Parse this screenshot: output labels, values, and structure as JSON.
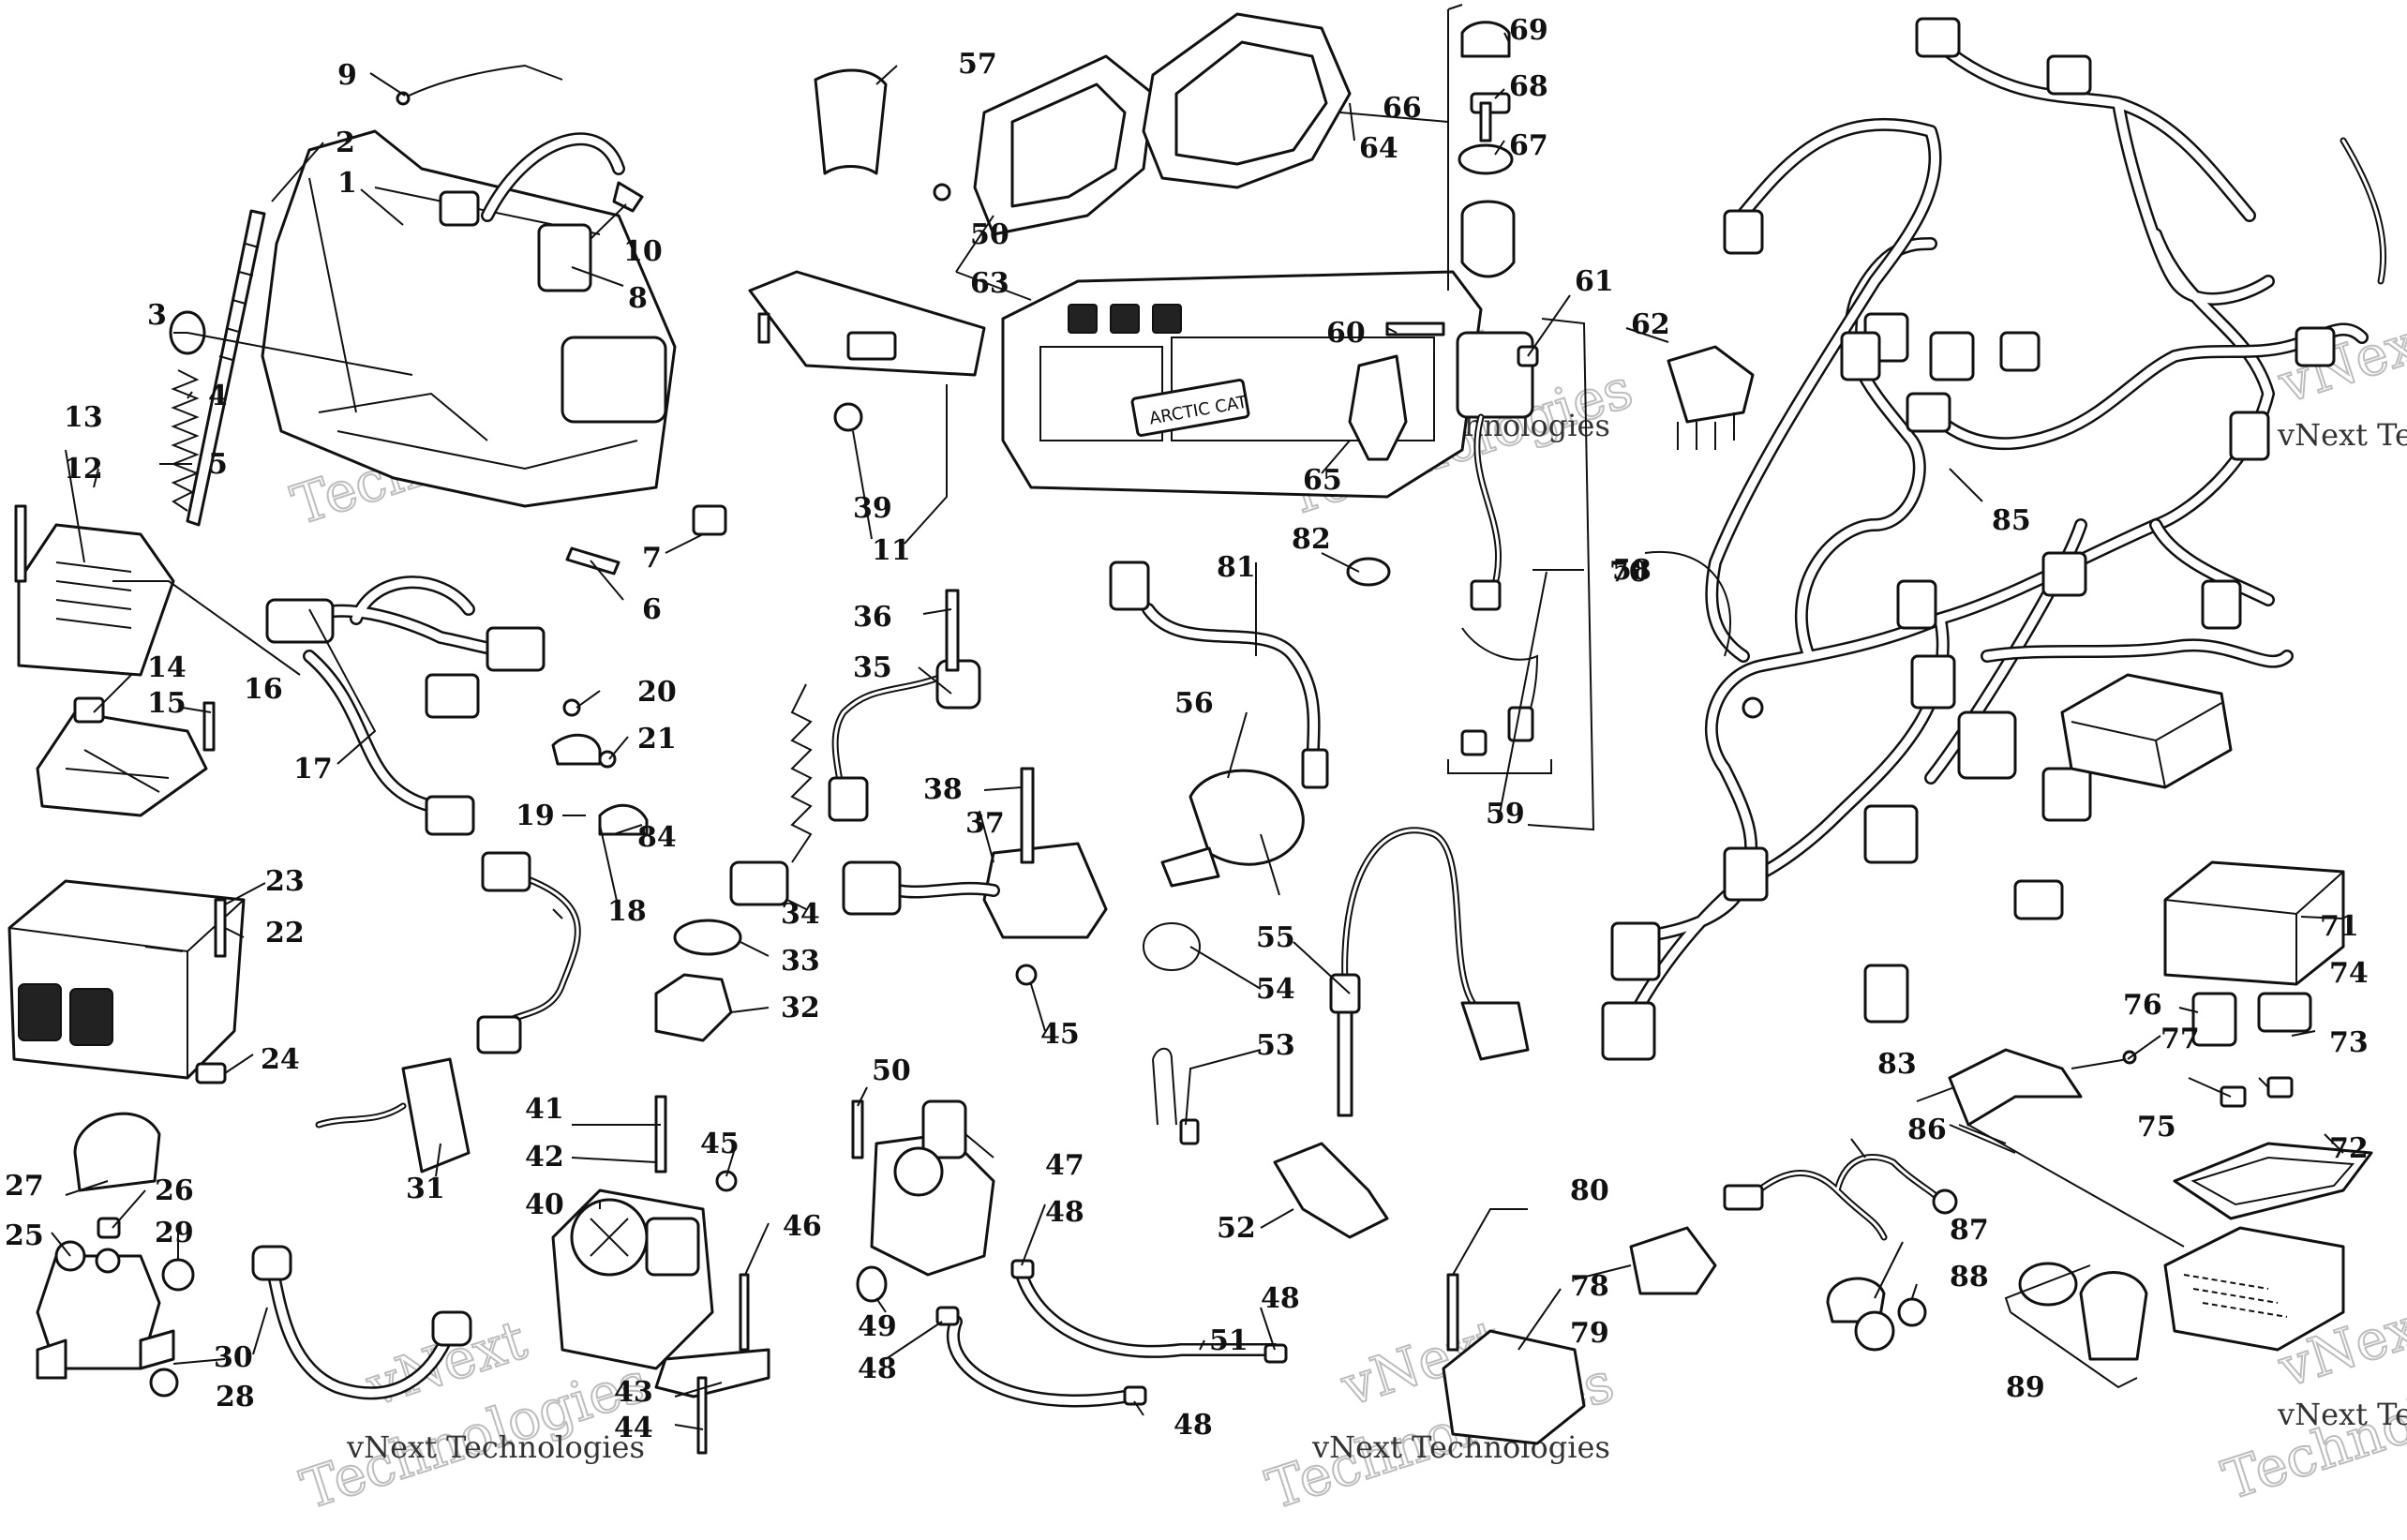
{
  "callouts": [
    "1",
    "2",
    "3",
    "4",
    "5",
    "6",
    "7",
    "8",
    "9",
    "10",
    "11",
    "12",
    "13",
    "14",
    "15",
    "16",
    "17",
    "18",
    "19",
    "20",
    "21",
    "22",
    "23",
    "24",
    "25",
    "26",
    "27",
    "28",
    "29",
    "30",
    "31",
    "32",
    "33",
    "34",
    "35",
    "36",
    "37",
    "38",
    "39",
    "40",
    "41",
    "42",
    "43",
    "44",
    "45",
    "45",
    "46",
    "47",
    "48",
    "48",
    "48",
    "48",
    "49",
    "50",
    "50",
    "51",
    "52",
    "53",
    "54",
    "55",
    "56",
    "57",
    "58",
    "59",
    "60",
    "61",
    "62",
    "63",
    "64",
    "65",
    "66",
    "67",
    "68",
    "69",
    "70",
    "71",
    "72",
    "73",
    "74",
    "75",
    "76",
    "77",
    "78",
    "79",
    "80",
    "81",
    "82",
    "83",
    "84",
    "85",
    "86",
    "87",
    "88",
    "89"
  ],
  "watermark": {
    "company": "vNext Technologies",
    "word1": "vNext",
    "word2": "Technologies"
  },
  "brand_label": "ARCTIC CAT"
}
